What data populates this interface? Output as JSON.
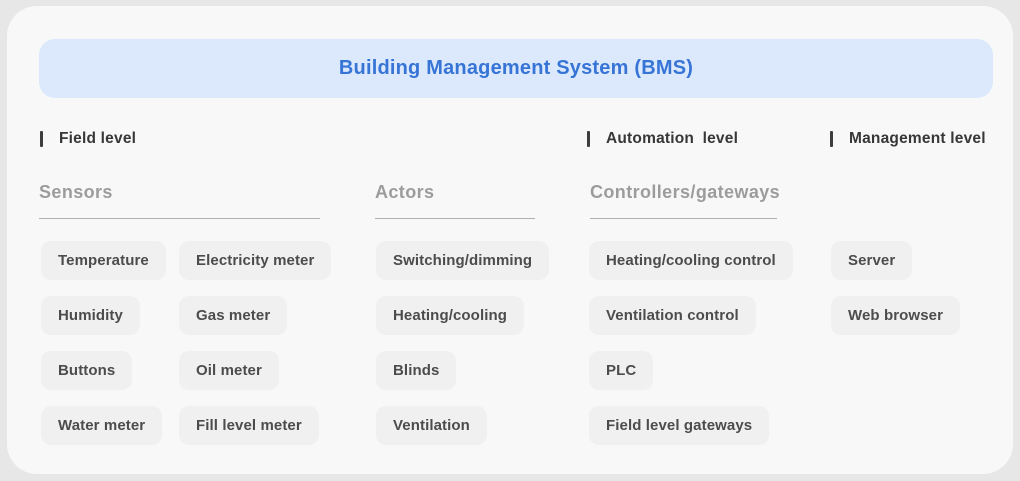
{
  "banner": {
    "title": "Building Management System (BMS)"
  },
  "levels": {
    "field": "Field level",
    "automation": "Automation level",
    "management": "Management level"
  },
  "columns": {
    "sensors": {
      "header": "Sensors",
      "col1": [
        "Temperature",
        "Humidity",
        "Buttons",
        "Water meter"
      ],
      "col2": [
        "Electricity meter",
        "Gas meter",
        "Oil meter",
        "Fill level meter"
      ]
    },
    "actors": {
      "header": "Actors",
      "items": [
        "Switching/dimming",
        "Heating/cooling",
        "Blinds",
        "Ventilation"
      ]
    },
    "controllers": {
      "header": "Controllers/gateways",
      "items": [
        "Heating/cooling control",
        "Ventilation control",
        "PLC",
        "Field level gateways"
      ]
    },
    "management": {
      "items": [
        "Server",
        "Web browser"
      ]
    }
  },
  "colors": {
    "outer_bg": "#e7e7e7",
    "card_bg": "#f8f8f8",
    "banner_bg": "#dce9fd",
    "title_blue": "#3674d6",
    "level_text": "#373737",
    "column_header_text": "#9c9c9c",
    "rule_line": "#b0b0b0",
    "chip_bg": "#f0f0f0",
    "chip_text": "#4c4c4c"
  }
}
